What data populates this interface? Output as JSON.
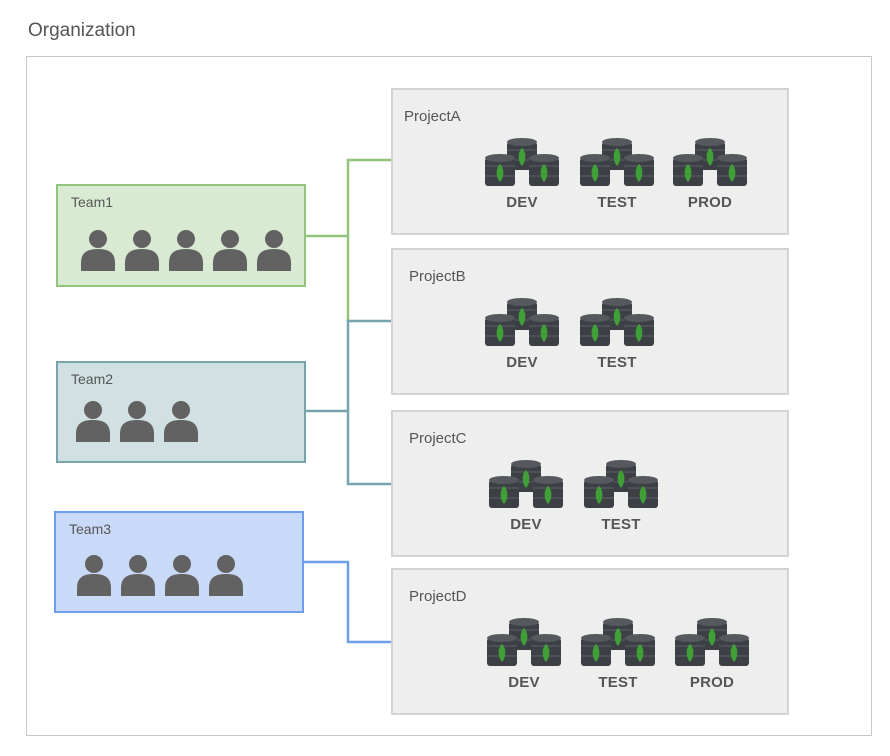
{
  "organization": {
    "title": "Organization"
  },
  "colors": {
    "team1_fill": "#d9ead3",
    "team1_border": "#93c47d",
    "team2_fill": "#d0e0e3",
    "team2_border": "#76a5af",
    "team3_fill": "#c9daf8",
    "team3_border": "#6d9eeb",
    "project_fill": "#eeeeee",
    "project_border": "#d4d4d4",
    "person_icon": "#626262",
    "db_icon": "#3c3f43",
    "leaf_icon": "#3fa037"
  },
  "teams": [
    {
      "label": "Team1",
      "members": 5
    },
    {
      "label": "Team2",
      "members": 3
    },
    {
      "label": "Team3",
      "members": 4
    }
  ],
  "projects": [
    {
      "label": "ProjectA",
      "environments": [
        "DEV",
        "TEST",
        "PROD"
      ]
    },
    {
      "label": "ProjectB",
      "environments": [
        "DEV",
        "TEST"
      ]
    },
    {
      "label": "ProjectC",
      "environments": [
        "DEV",
        "TEST"
      ]
    },
    {
      "label": "ProjectD",
      "environments": [
        "DEV",
        "TEST",
        "PROD"
      ]
    }
  ],
  "connections": [
    {
      "team": "Team1",
      "projects": [
        "ProjectA",
        "ProjectB"
      ]
    },
    {
      "team": "Team2",
      "projects": [
        "ProjectB",
        "ProjectC"
      ]
    },
    {
      "team": "Team3",
      "projects": [
        "ProjectD"
      ]
    }
  ],
  "icons": {
    "person": "person-icon",
    "database": "database-cluster-icon",
    "leaf": "leaf-icon"
  }
}
